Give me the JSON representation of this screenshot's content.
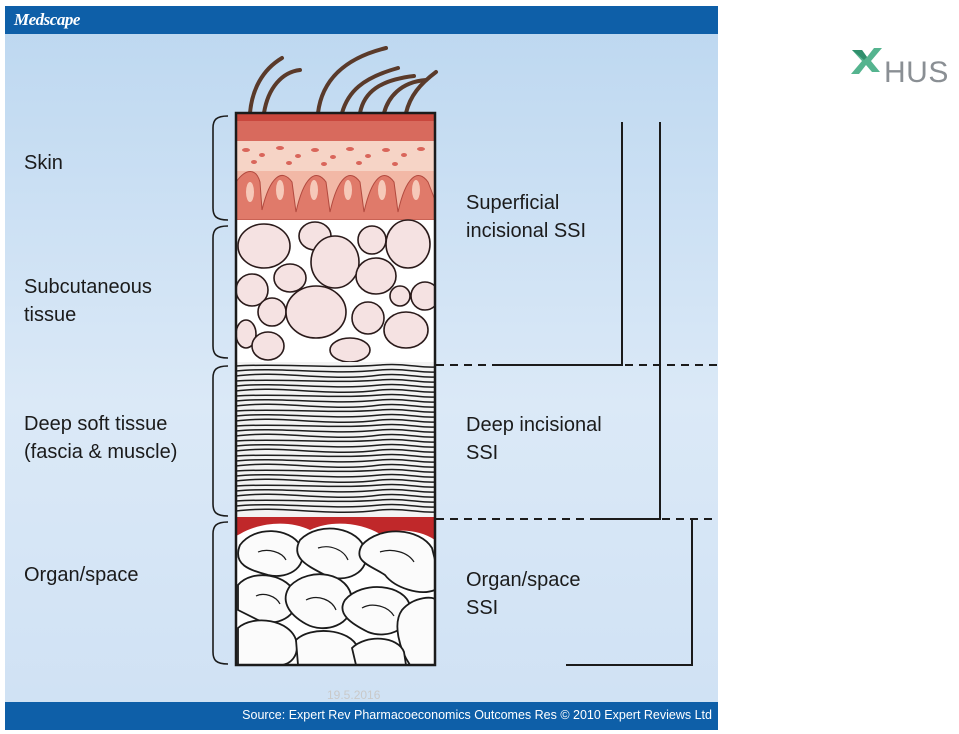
{
  "header": {
    "brand": "Medscape"
  },
  "footer": {
    "source": "Source: Expert Rev Pharmacoeconomics Outcomes Res © 2010 Expert Reviews Ltd"
  },
  "date": "19.5.2016",
  "logo": {
    "text": "HUS",
    "icon": "hus-cross-icon"
  },
  "layers": [
    {
      "label_line1": "Skin",
      "label_line2": ""
    },
    {
      "label_line1": "Subcutaneous",
      "label_line2": "tissue"
    },
    {
      "label_line1": "Deep soft tissue",
      "label_line2": "(fascia & muscle)"
    },
    {
      "label_line1": "Organ/space",
      "label_line2": ""
    }
  ],
  "ssi": [
    {
      "label_line1": "Superficial",
      "label_line2": "incisional SSI"
    },
    {
      "label_line1": "Deep incisional",
      "label_line2": "SSI"
    },
    {
      "label_line1": "Organ/space",
      "label_line2": "SSI"
    }
  ],
  "colors": {
    "header": "#0e5fa8",
    "skin": "#e8897a",
    "skin_top": "#c9473d",
    "blood": "#c0282a",
    "hair": "#5a3a2a"
  }
}
